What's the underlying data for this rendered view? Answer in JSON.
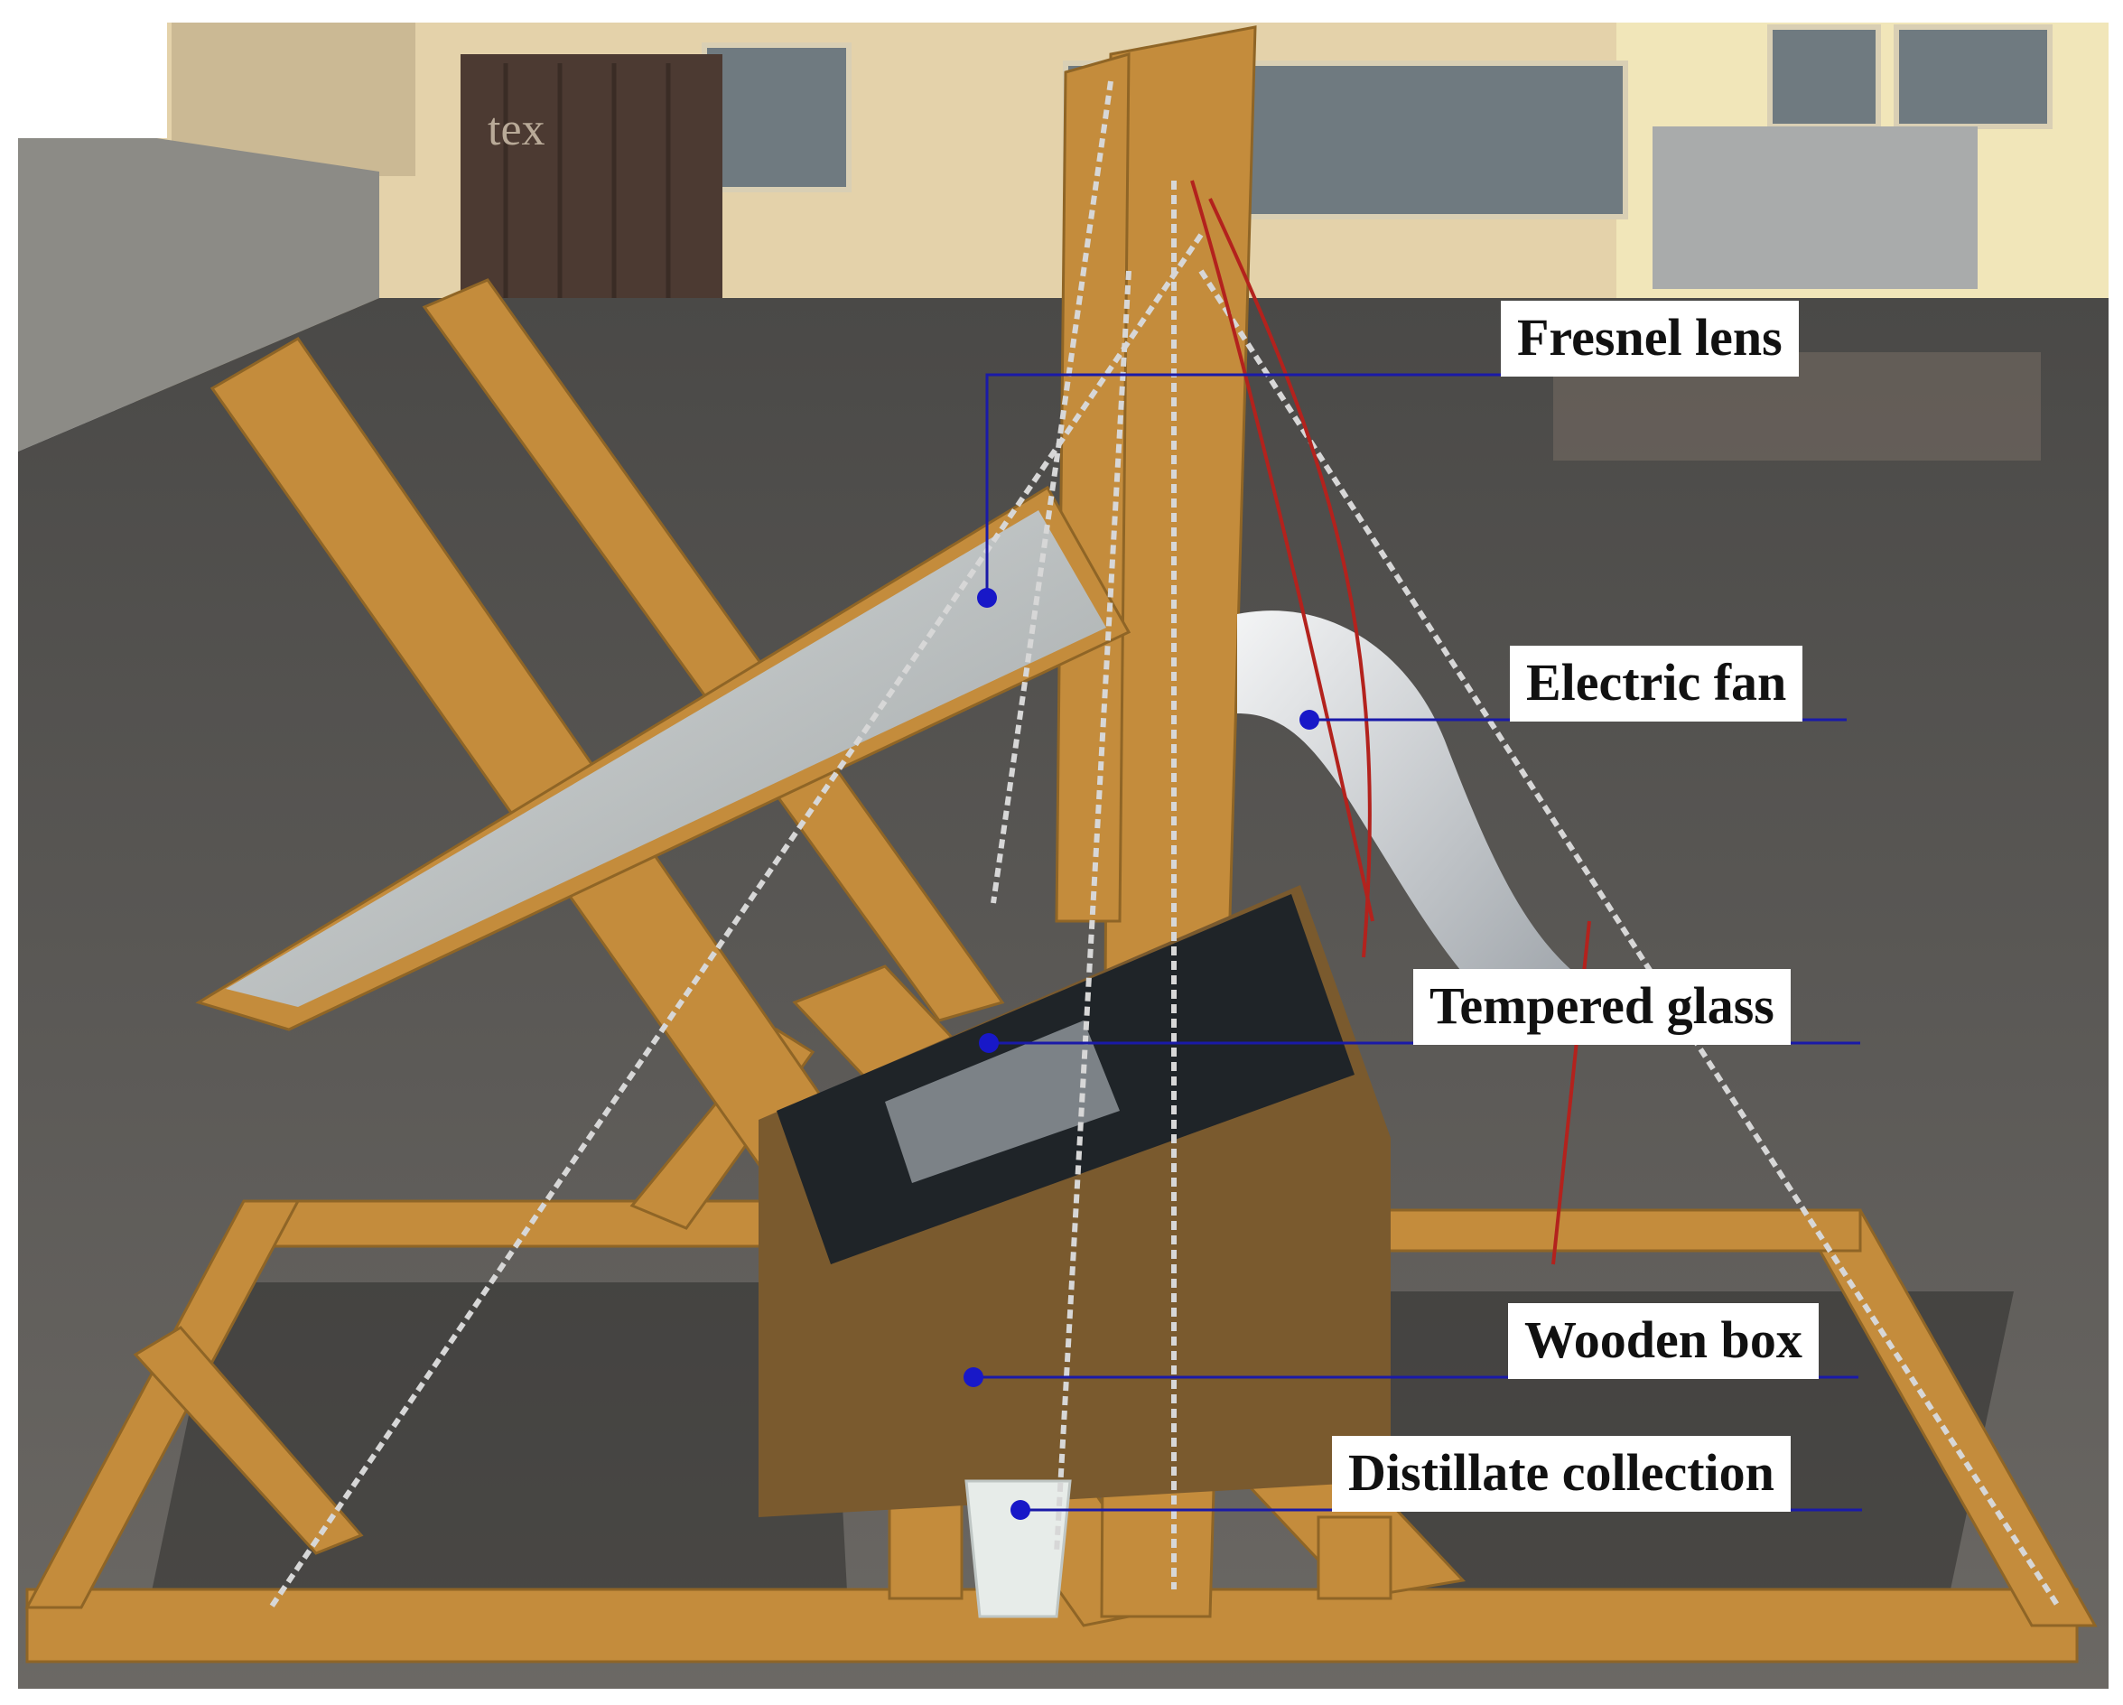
{
  "photo": {
    "container_text": "tex"
  },
  "annotations": [
    {
      "id": "fresnel-lens",
      "text": "Fresnel lens"
    },
    {
      "id": "electric-fan",
      "text": "Electric fan"
    },
    {
      "id": "tempered-glass",
      "text": "Tempered glass"
    },
    {
      "id": "wooden-box",
      "text": "Wooden box"
    },
    {
      "id": "distillate-collection",
      "text": "Distillate collection"
    }
  ],
  "colors": {
    "leader_line": "#1a1aa8",
    "marker_dot": "#1818c8",
    "label_background": "#ffffff",
    "wood": "#c9913f",
    "asphalt": "#5a5855",
    "building": "#e6d4ad"
  }
}
